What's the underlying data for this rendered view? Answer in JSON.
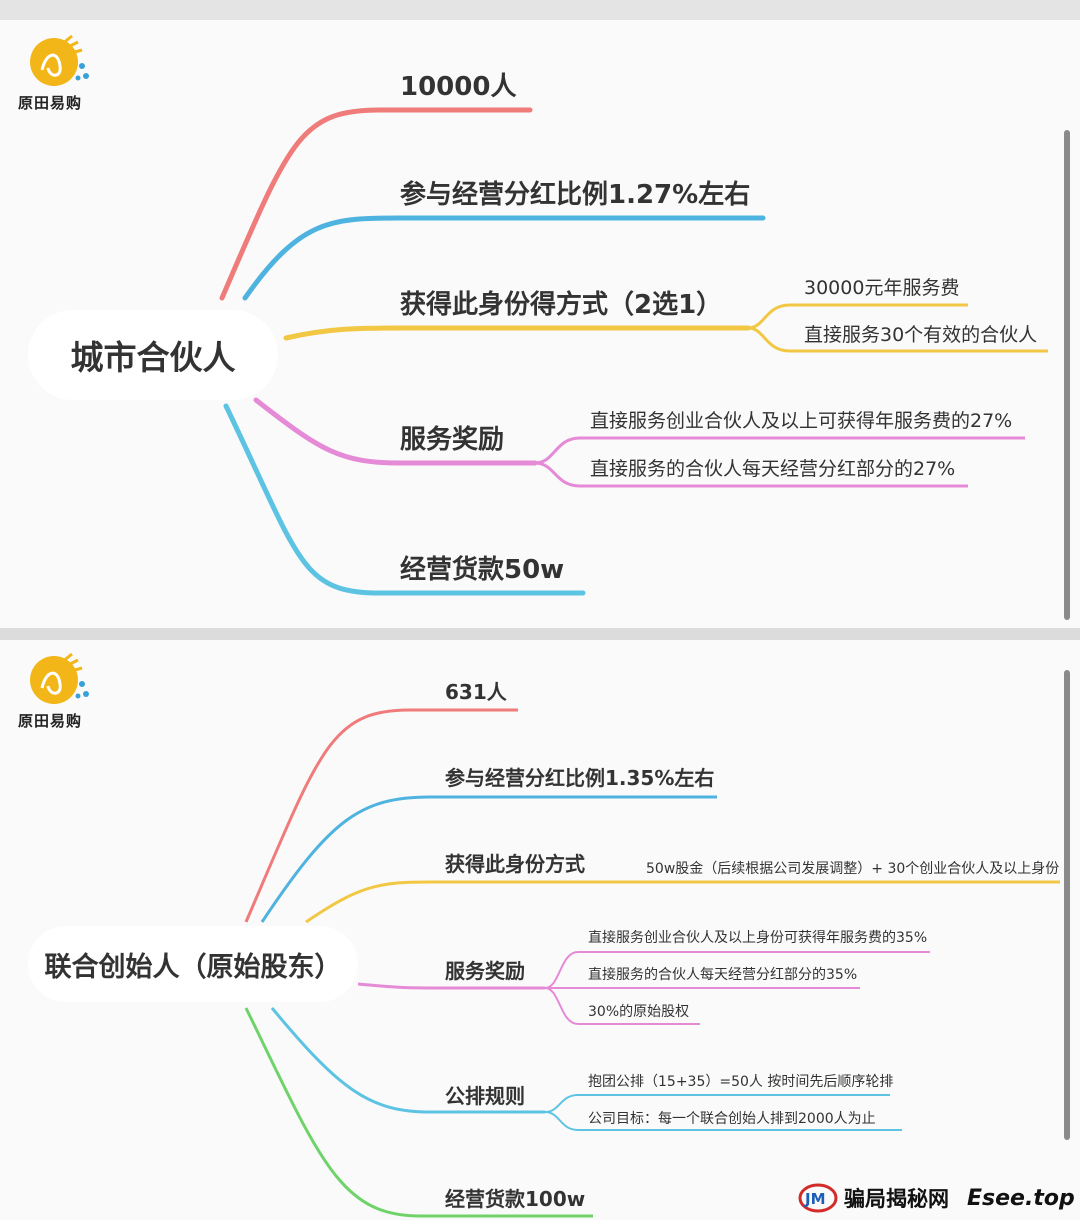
{
  "brand": {
    "name": "原田易购"
  },
  "panel1": {
    "center": "城市合伙人",
    "branches": [
      {
        "label": "10000人",
        "color": "#ef7b7b"
      },
      {
        "label": "参与经营分红比例1.27%左右",
        "color": "#4fb3e0"
      },
      {
        "label": "获得此身份得方式（2选1）",
        "color": "#f2c744",
        "children": [
          "30000元年服务费",
          "直接服务30个有效的合伙人"
        ]
      },
      {
        "label": "服务奖励",
        "color": "#e58ad6",
        "children": [
          "直接服务创业合伙人及以上可获得年服务费的27%",
          "直接服务的合伙人每天经营分红部分的27%"
        ]
      },
      {
        "label": "经营货款50w",
        "color": "#5cc3e3"
      }
    ]
  },
  "panel2": {
    "center": "联合创始人（原始股东）",
    "branches": [
      {
        "label": "631人",
        "color": "#ef7b7b"
      },
      {
        "label": "参与经营分红比例1.35%左右",
        "color": "#4fb3e0"
      },
      {
        "label": "获得此身份方式",
        "color": "#f2c744",
        "children": [
          "50w股金（后续根据公司发展调整）+ 30个创业合伙人及以上身份"
        ]
      },
      {
        "label": "服务奖励",
        "color": "#e58ad6",
        "children": [
          "直接服务创业合伙人及以上身份可获得年服务费的35%",
          "直接服务的合伙人每天经营分红部分的35%",
          "30%的原始股权"
        ]
      },
      {
        "label": "公排规则",
        "color": "#5cc3e3",
        "children": [
          "抱团公排（15+35）=50人 按时间先后顺序轮排",
          "公司目标：每一个联合创始人排到2000人为止"
        ]
      },
      {
        "label": "经营货款100w",
        "color": "#6fd36a"
      }
    ]
  },
  "watermark": {
    "logo_text": "JM",
    "name": "骗局揭秘网",
    "site": "Esee.top"
  }
}
